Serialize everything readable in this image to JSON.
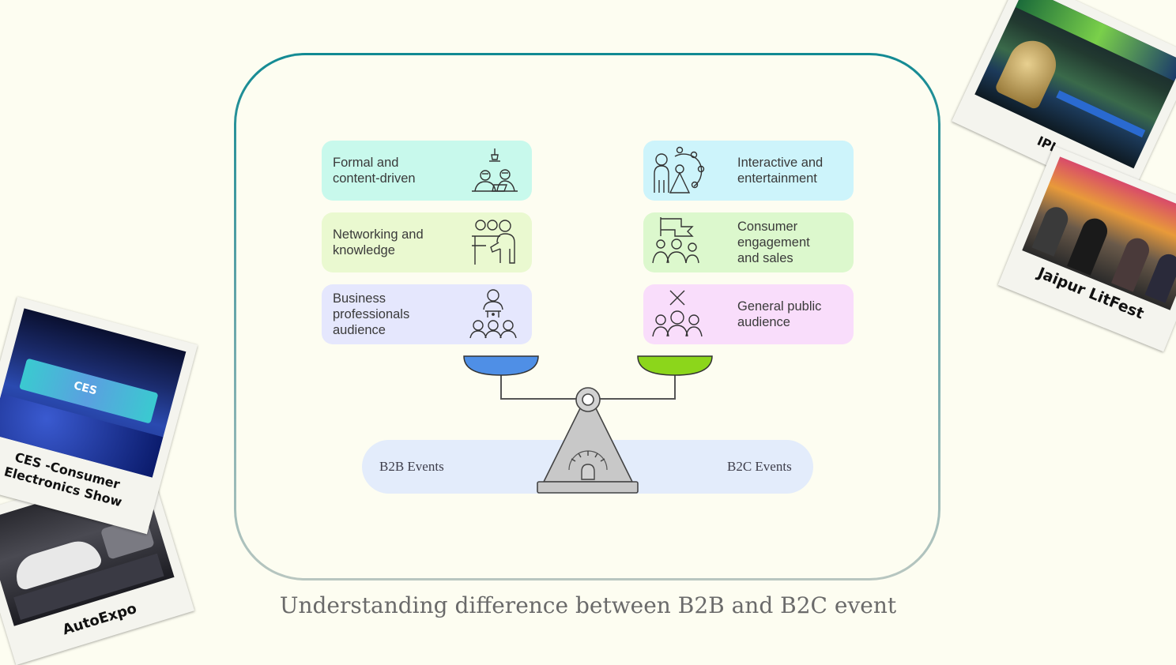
{
  "left_cards": [
    {
      "text": "Formal and\ncontent-driven",
      "icon": "presentation-icon"
    },
    {
      "text": "Networking and\nknowledge",
      "icon": "speaker-board-icon"
    },
    {
      "text": "Business\nprofessionals\naudience",
      "icon": "audience-icon"
    }
  ],
  "right_cards": [
    {
      "text": "Interactive and\nentertainment",
      "icon": "ferris-wheel-icon"
    },
    {
      "text": "Consumer\nengagement\nand sales",
      "icon": "flag-crowd-icon"
    },
    {
      "text": "General public\naudience",
      "icon": "crowd-icon"
    }
  ],
  "scale": {
    "left_label": "B2B Events",
    "right_label": "B2C Events",
    "left_pan_color": "#4f8fe6",
    "right_pan_color": "#8cd61b"
  },
  "caption": "Understanding difference between B2B and B2C event",
  "photos": [
    {
      "label": "IPL"
    },
    {
      "label": "Jaipur LitFest"
    },
    {
      "label": "CES -Consumer\nElectronics Show",
      "screen_text": "CES"
    },
    {
      "label": "AutoExpo"
    }
  ]
}
